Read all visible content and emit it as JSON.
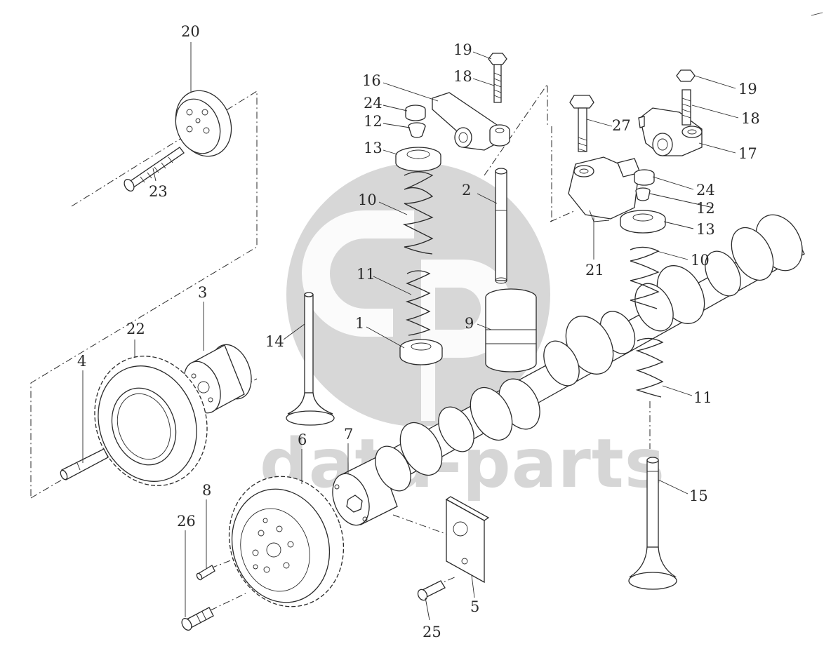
{
  "watermark": {
    "text": "data-parts",
    "color": "#d0d0d0"
  },
  "callouts": [
    {
      "id": "c20a",
      "label": "20"
    },
    {
      "id": "c23",
      "label": "23"
    },
    {
      "id": "c19a",
      "label": "19"
    },
    {
      "id": "c18a",
      "label": "18"
    },
    {
      "id": "c16",
      "label": "16"
    },
    {
      "id": "c24a",
      "label": "24"
    },
    {
      "id": "c12a",
      "label": "12"
    },
    {
      "id": "c13a",
      "label": "13"
    },
    {
      "id": "c10a",
      "label": "10"
    },
    {
      "id": "c2",
      "label": "2"
    },
    {
      "id": "c11a",
      "label": "11"
    },
    {
      "id": "c1",
      "label": "1"
    },
    {
      "id": "c9",
      "label": "9"
    },
    {
      "id": "c14",
      "label": "14"
    },
    {
      "id": "c3",
      "label": "3"
    },
    {
      "id": "c22",
      "label": "22"
    },
    {
      "id": "c4",
      "label": "4"
    },
    {
      "id": "c6",
      "label": "6"
    },
    {
      "id": "c7",
      "label": "7"
    },
    {
      "id": "c8",
      "label": "8"
    },
    {
      "id": "c26",
      "label": "26"
    },
    {
      "id": "c25",
      "label": "25"
    },
    {
      "id": "c5",
      "label": "5"
    },
    {
      "id": "c19b",
      "label": "19"
    },
    {
      "id": "c27",
      "label": "27"
    },
    {
      "id": "c18b",
      "label": "18"
    },
    {
      "id": "c17",
      "label": "17"
    },
    {
      "id": "c24b",
      "label": "24"
    },
    {
      "id": "c12b",
      "label": "12"
    },
    {
      "id": "c13b",
      "label": "13"
    },
    {
      "id": "c21",
      "label": "21"
    },
    {
      "id": "c10b",
      "label": "10"
    },
    {
      "id": "c11b",
      "label": "11"
    },
    {
      "id": "c15",
      "label": "15"
    }
  ]
}
